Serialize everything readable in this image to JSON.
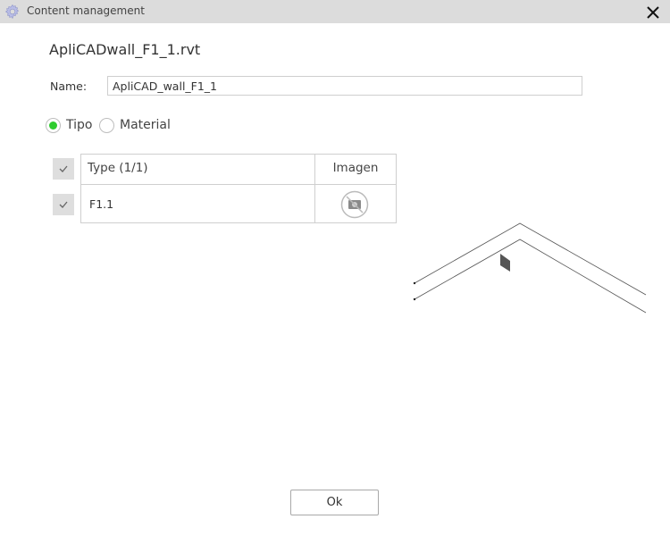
{
  "window": {
    "title": "Content management",
    "icon": "gear-icon",
    "close_icon": "close-icon"
  },
  "file": {
    "title": "ApliCADwall_F1_1.rvt"
  },
  "name_field": {
    "label": "Name:",
    "value": "ApliCAD_wall_F1_1"
  },
  "mode": {
    "options": [
      {
        "label": "Tipo",
        "selected": true
      },
      {
        "label": "Material",
        "selected": false
      }
    ],
    "selected_color": "#2ecc2e"
  },
  "table": {
    "columns": [
      "Type (1/1)",
      "Imagen"
    ],
    "header_checked": true,
    "rows": [
      {
        "type": "F1.1",
        "image": "no-image-icon",
        "checked": true
      }
    ]
  },
  "preview": {
    "description": "3D wall preview",
    "icon": "wall-preview"
  },
  "footer": {
    "ok_label": "Ok"
  }
}
